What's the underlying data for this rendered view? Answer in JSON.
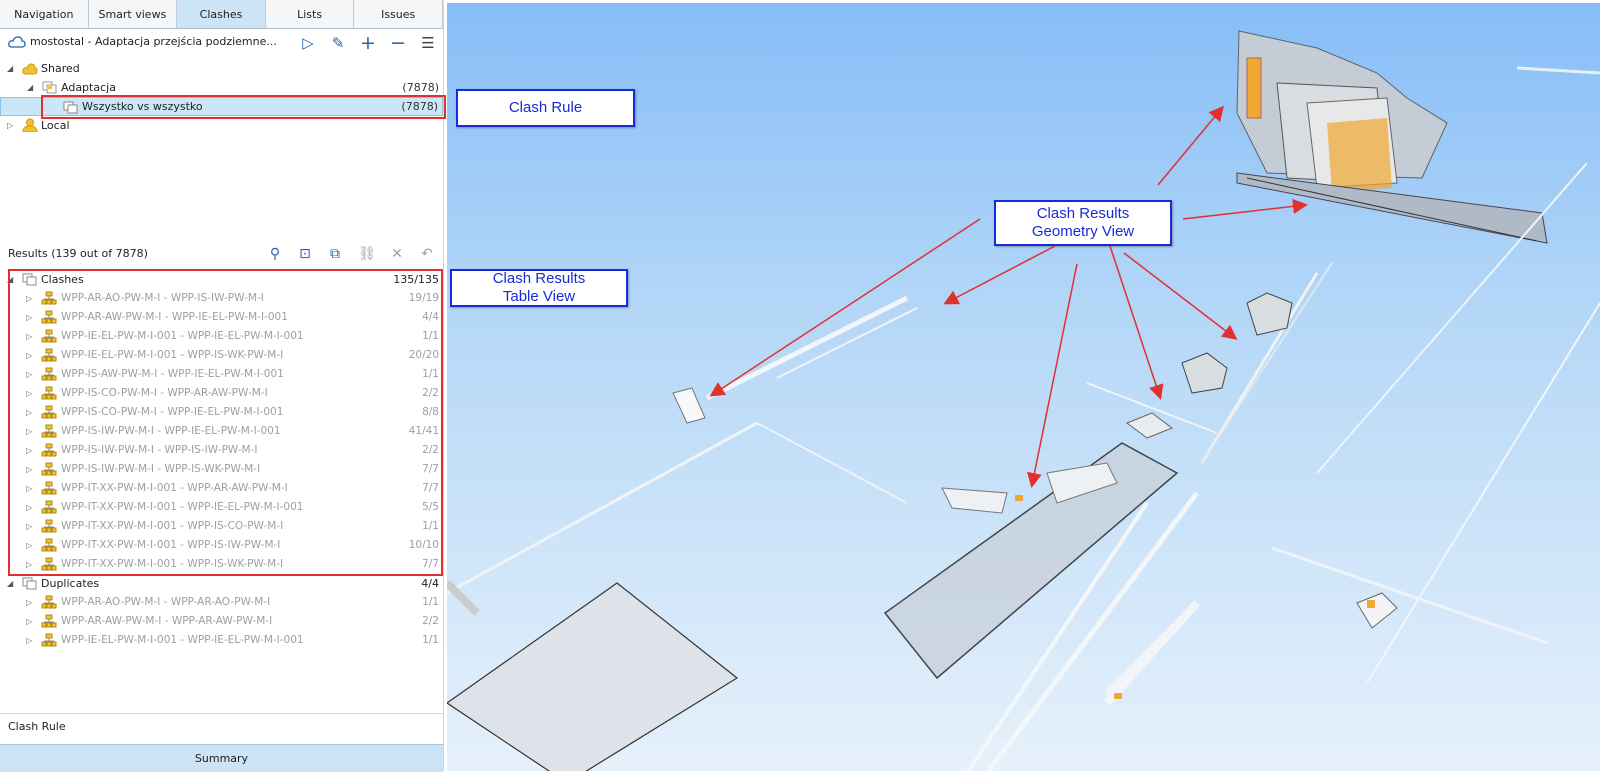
{
  "tabs": [
    {
      "label": "Navigation",
      "active": false
    },
    {
      "label": "Smart views",
      "active": false
    },
    {
      "label": "Clashes",
      "active": true
    },
    {
      "label": "Lists",
      "active": false
    },
    {
      "label": "Issues",
      "active": false
    }
  ],
  "project": {
    "name": "mostostal - Adaptacja przejścia podziemne..."
  },
  "tree": {
    "shared": "Shared",
    "adaptacja": {
      "label": "Adaptacja",
      "count": "(7878)"
    },
    "rule": {
      "label": "Wszystko vs wszystko",
      "count": "(7878)"
    },
    "local": "Local"
  },
  "results": {
    "header": "Results (139 out of 7878)",
    "clashes": {
      "label": "Clashes",
      "count": "135/135"
    },
    "clash_items": [
      {
        "label": "WPP-AR-AO-PW-M-I  -  WPP-IS-IW-PW-M-I",
        "count": "19/19"
      },
      {
        "label": "WPP-AR-AW-PW-M-I  -  WPP-IE-EL-PW-M-I-001",
        "count": "4/4"
      },
      {
        "label": "WPP-IE-EL-PW-M-I-001  -  WPP-IE-EL-PW-M-I-001",
        "count": "1/1"
      },
      {
        "label": "WPP-IE-EL-PW-M-I-001  -  WPP-IS-WK-PW-M-I",
        "count": "20/20"
      },
      {
        "label": "WPP-IS-AW-PW-M-I  -  WPP-IE-EL-PW-M-I-001",
        "count": "1/1"
      },
      {
        "label": "WPP-IS-CO-PW-M-I  -  WPP-AR-AW-PW-M-I",
        "count": "2/2"
      },
      {
        "label": "WPP-IS-CO-PW-M-I  -  WPP-IE-EL-PW-M-I-001",
        "count": "8/8"
      },
      {
        "label": "WPP-IS-IW-PW-M-I  -  WPP-IE-EL-PW-M-I-001",
        "count": "41/41"
      },
      {
        "label": "WPP-IS-IW-PW-M-I  -  WPP-IS-IW-PW-M-I",
        "count": "2/2"
      },
      {
        "label": "WPP-IS-IW-PW-M-I  -  WPP-IS-WK-PW-M-I",
        "count": "7/7"
      },
      {
        "label": "WPP-IT-XX-PW-M-I-001  -  WPP-AR-AW-PW-M-I",
        "count": "7/7"
      },
      {
        "label": "WPP-IT-XX-PW-M-I-001  -  WPP-IE-EL-PW-M-I-001",
        "count": "5/5"
      },
      {
        "label": "WPP-IT-XX-PW-M-I-001  -  WPP-IS-CO-PW-M-I",
        "count": "1/1"
      },
      {
        "label": "WPP-IT-XX-PW-M-I-001  -  WPP-IS-IW-PW-M-I",
        "count": "10/10"
      },
      {
        "label": "WPP-IT-XX-PW-M-I-001  -  WPP-IS-WK-PW-M-I",
        "count": "7/7"
      }
    ],
    "duplicates": {
      "label": "Duplicates",
      "count": "4/4"
    },
    "duplicate_items": [
      {
        "label": "WPP-AR-AO-PW-M-I  -  WPP-AR-AO-PW-M-I",
        "count": "1/1"
      },
      {
        "label": "WPP-AR-AW-PW-M-I  -  WPP-AR-AW-PW-M-I",
        "count": "2/2"
      },
      {
        "label": "WPP-IE-EL-PW-M-I-001  -  WPP-IE-EL-PW-M-I-001",
        "count": "1/1"
      }
    ]
  },
  "bottom": {
    "clash_rule_label": "Clash Rule",
    "summary_label": "Summary"
  },
  "callouts": {
    "clash_rule": "Clash Rule",
    "table_view_line1": "Clash Results",
    "table_view_line2": "Table View",
    "geometry_view_line1": "Clash Results",
    "geometry_view_line2": "Geometry View"
  },
  "colors": {
    "annotation_red": "#e03030",
    "callout_blue": "#1a2ad6",
    "selection": "#cbe6f5",
    "sky_top": "#86bdf7"
  }
}
